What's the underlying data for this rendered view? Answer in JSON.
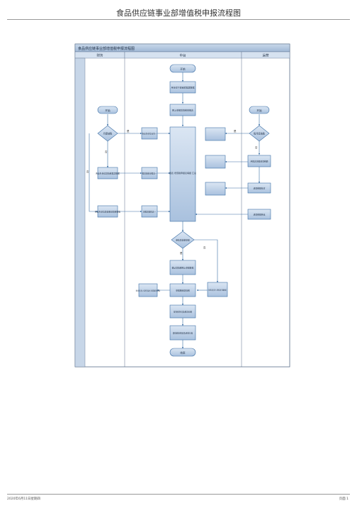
{
  "page": {
    "title": "食品供应链事业部增值税申报流程图",
    "footer_left": "2020年6月11日星期四",
    "footer_right": "页面 1"
  },
  "diagram": {
    "title": "食品供应链事业部增值税申报流程图",
    "lanes": [
      "财务",
      "中台",
      "运营"
    ],
    "nodes": {
      "start_top": "开始",
      "n1": "月份初下载销项发票数据",
      "n2": "网上申报增值税申报表",
      "start_left": "开始",
      "start_right": "开始",
      "d_left": "月度结账",
      "d_right": "每月底结账",
      "p_left_1": "各业务单位业务一",
      "p_left_2": "各业务单位增值税发票数据",
      "p_left_3": "各业务单位增值税进项税额表",
      "p_mid_2": "报增值税申报表一",
      "p_mid_3": "填报增值税表一",
      "center": "报表\n增值税申报表填报\n汇总",
      "r1": "",
      "r2": "",
      "r3": "",
      "p_right_1": "月报表填报进项税额",
      "p_right_2": "进项税额核对",
      "p_right_3": "进项税额转出",
      "d_center": "审核增值税申报",
      "n_confirm": "确认增值税网上申报数据",
      "n_pay": "申报缴纳增值税",
      "n_note_left": "财务负责人提供及补充增值税资料",
      "n_note_right": "财务负责人审核补充数据",
      "n_submit": "提交税务局及税款扣缴",
      "n_archive": "增值税申报表及资料归档",
      "end": "结束"
    },
    "edge_labels": {
      "yes_left": "是",
      "no_left": "否",
      "no_left_2": "否",
      "right_1": "是",
      "right_2": "否",
      "center_yes": "是",
      "center_no": "否"
    }
  }
}
